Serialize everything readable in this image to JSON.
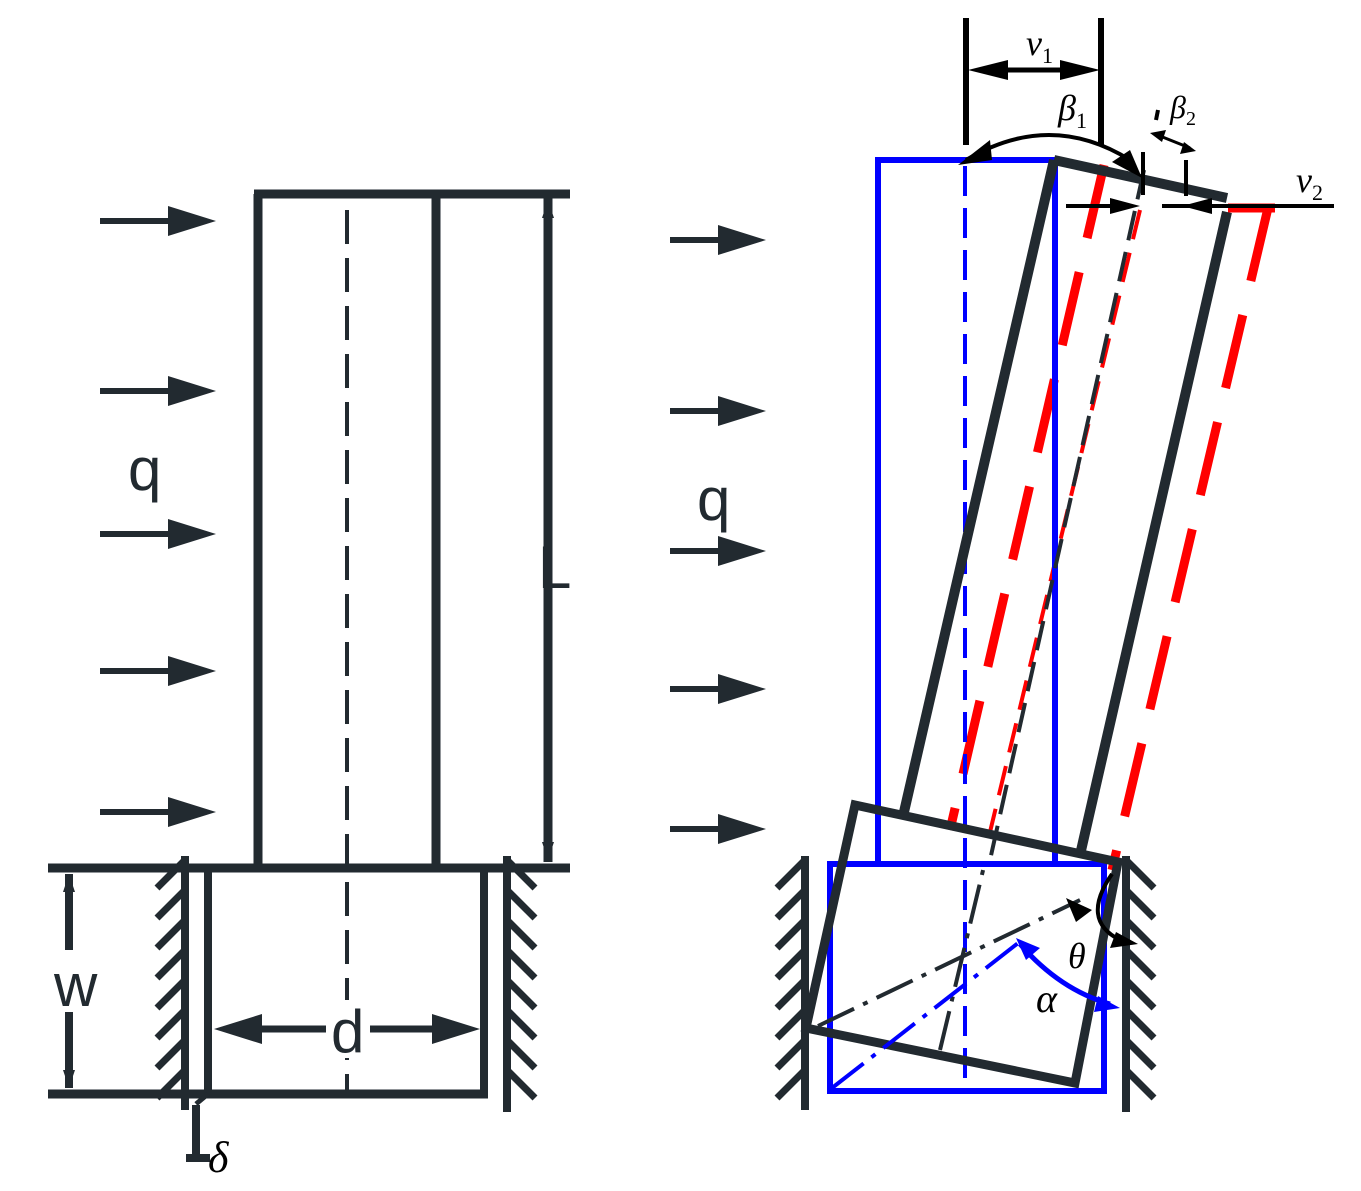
{
  "colors": {
    "structure": "#222a30",
    "initial_position": "#0000ff",
    "dashed_displaced": "#ff0000",
    "background": "#ffffff"
  },
  "left_figure": {
    "load_label": "q",
    "height_label": "L",
    "embed_depth_label": "w",
    "width_label": "d",
    "gap_label": "δ"
  },
  "right_figure": {
    "load_label": "q",
    "top_shift_1": "v",
    "top_shift_1_sub": "1",
    "tilt_1": "β",
    "tilt_1_sub": "1",
    "tilt_2": "β",
    "tilt_2_sub": "2",
    "top_shift_2": "v",
    "top_shift_2_sub": "2",
    "angle_theta": "θ",
    "angle_alpha": "α"
  }
}
